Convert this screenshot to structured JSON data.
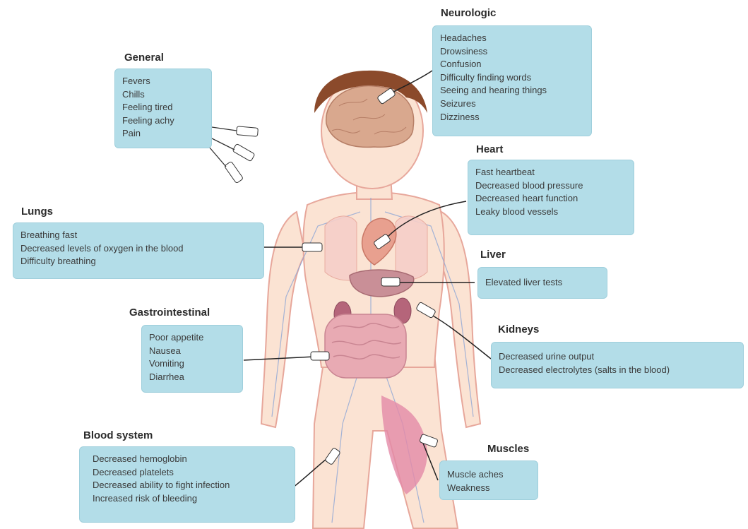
{
  "colors": {
    "box_fill": "#b3dde8",
    "skin": "#fbe3d3",
    "skin_outline": "#e7a79b",
    "hair": "#8b4a2b",
    "brain": "#d9a88e",
    "organ_pink": "#d98a9a",
    "muscle": "#e48aa8",
    "vessel_blue": "#8fa6d6"
  },
  "groups": [
    {
      "id": "neurologic",
      "heading": "Neurologic",
      "items": [
        "Headaches",
        "Drowsiness",
        "Confusion",
        "Difficulty finding words",
        "Seeing and hearing things",
        "Seizures",
        "Dizziness"
      ]
    },
    {
      "id": "general",
      "heading": "General",
      "items": [
        "Fevers",
        "Chills",
        "Feeling tired",
        "Feeling achy",
        "Pain"
      ]
    },
    {
      "id": "heart",
      "heading": "Heart",
      "items": [
        "Fast heartbeat",
        "Decreased blood pressure",
        "Decreased heart function",
        "Leaky blood vessels"
      ]
    },
    {
      "id": "lungs",
      "heading": "Lungs",
      "items": [
        "Breathing fast",
        "Decreased levels of oxygen in the blood",
        "Difficulty breathing"
      ]
    },
    {
      "id": "liver",
      "heading": "Liver",
      "items": [
        "Elevated liver tests"
      ]
    },
    {
      "id": "gastrointestinal",
      "heading": "Gastrointestinal",
      "items": [
        "Poor appetite",
        "Nausea",
        "Vomiting",
        "Diarrhea"
      ]
    },
    {
      "id": "kidneys",
      "heading": "Kidneys",
      "items": [
        "Decreased urine output",
        "Decreased electrolytes (salts in the blood)"
      ]
    },
    {
      "id": "blood-system",
      "heading": "Blood system",
      "items": [
        "Decreased hemoglobin",
        "Decreased platelets",
        "Decreased ability to fight infection",
        "Increased risk of bleeding"
      ]
    },
    {
      "id": "muscles",
      "heading": "Muscles",
      "items": [
        "Muscle aches",
        "Weakness"
      ]
    }
  ]
}
